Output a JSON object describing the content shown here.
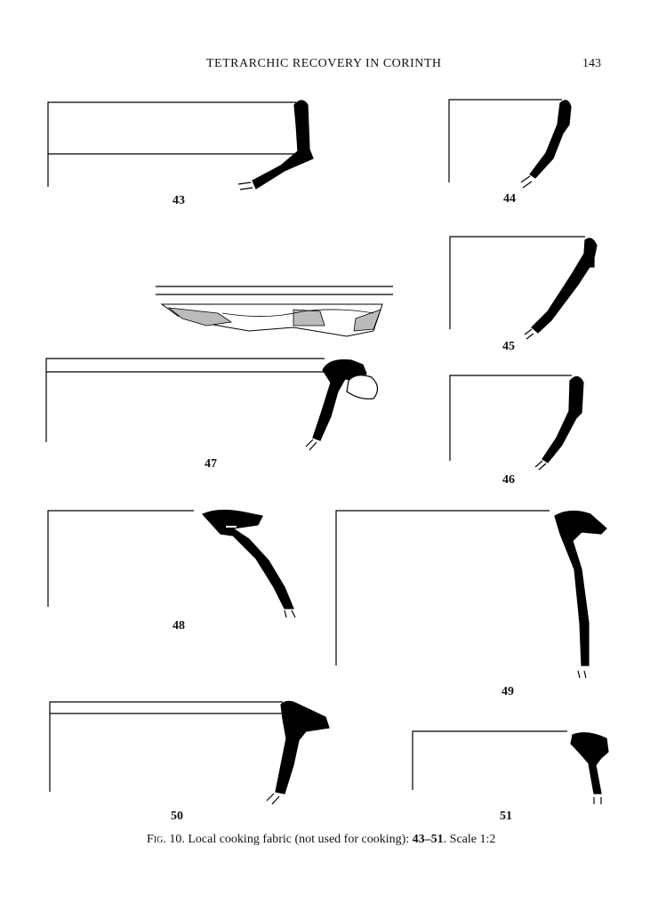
{
  "header": {
    "running_title": "TETRARCHIC RECOVERY IN CORINTH",
    "page_number": "143"
  },
  "figures": [
    {
      "label": "43"
    },
    {
      "label": "44"
    },
    {
      "label": "45"
    },
    {
      "label": "46"
    },
    {
      "label": "47"
    },
    {
      "label": "48"
    },
    {
      "label": "49"
    },
    {
      "label": "50"
    },
    {
      "label": "51"
    }
  ],
  "caption": {
    "fig_ref": "Fig. 10.",
    "text": " Local cooking fabric (not used for cooking): ",
    "range": "43–51",
    "scale": ". Scale 1:2"
  }
}
